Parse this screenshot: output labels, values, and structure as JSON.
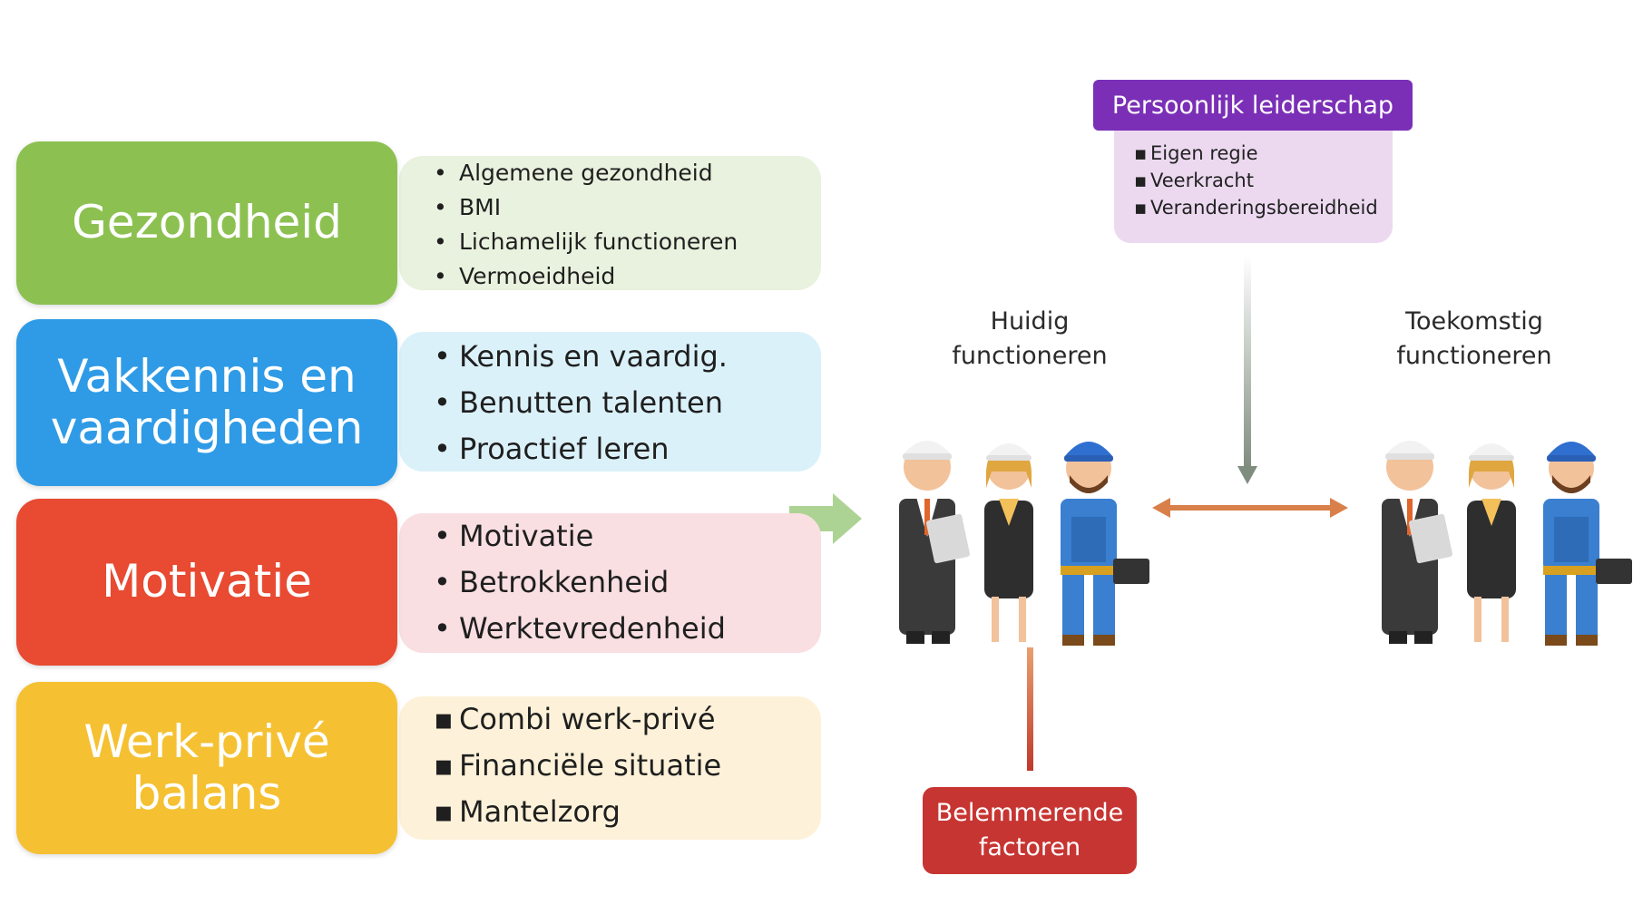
{
  "categories": [
    {
      "title": "Gezondheid",
      "color": "#8cc152",
      "panel_color": "#e8f2de",
      "items": [
        "Algemene gezondheid",
        "BMI",
        "Lichamelijk functioneren",
        "Vermoeidheid"
      ]
    },
    {
      "title": "Vakkennis en vaardigheden",
      "color": "#2f9be6",
      "panel_color": "#dbf1fa",
      "items": [
        "Kennis en vaardig.",
        "Benutten talenten",
        "Proactief leren"
      ]
    },
    {
      "title": "Motivatie",
      "color": "#e84a32",
      "panel_color": "#f9dfe2",
      "items": [
        "Motivatie",
        "Betrokkenheid",
        "Werktevredenheid"
      ]
    },
    {
      "title": "Werk-privé balans",
      "color": "#f5c132",
      "panel_color": "#fdf2d9",
      "items": [
        "Combi werk-privé",
        "Financiële situatie",
        "Mantelzorg"
      ]
    }
  ],
  "leadership": {
    "title": "Persoonlijk leiderschap",
    "items": [
      "Eigen regie",
      "Veerkracht",
      "Veranderingsbereidheid"
    ]
  },
  "current_label": {
    "line1": "Huidig",
    "line2": "functioneren"
  },
  "future_label": {
    "line1": "Toekomstig",
    "line2": "functioneren"
  },
  "obstacles": {
    "line1": "Belemmerende",
    "line2": "factoren"
  },
  "colors": {
    "arrow_green": "#a9d18e",
    "arrow_orange": "#d9804a",
    "arrow_grey": "#8d9a8d",
    "line_red": "#c0392b"
  }
}
